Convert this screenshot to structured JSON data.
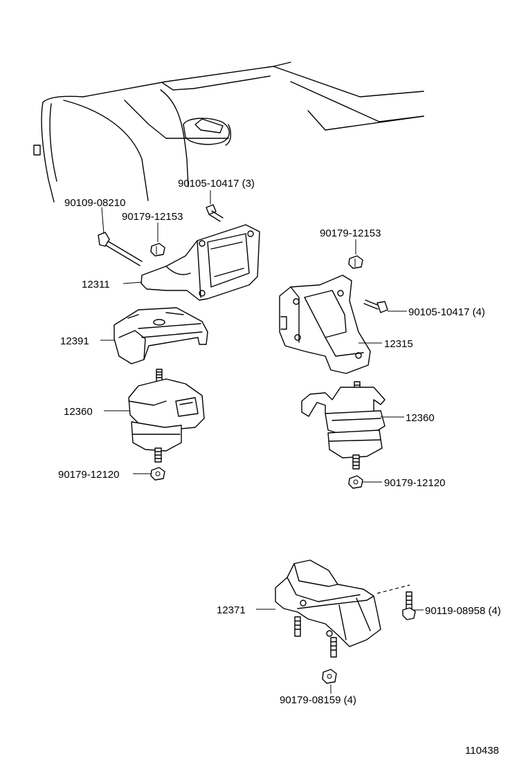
{
  "labels": {
    "p90109_08210": "90109-08210",
    "p90105_10417_left": "90105-10417 (3)",
    "p90179_12153_left": "90179-12153",
    "p12311": "12311",
    "p12391": "12391",
    "p12360_left": "12360",
    "p90179_12120_left": "90179-12120",
    "p90179_12153_right": "90179-12153",
    "p90105_10417_right": "90105-10417 (4)",
    "p12315": "12315",
    "p12360_right": "12360",
    "p90179_12120_right": "90179-12120",
    "p12371": "12371",
    "p90119_08958": "90119-08958 (4)",
    "p90179_08159": "90179-08159 (4)"
  },
  "diagram_number": "110438"
}
